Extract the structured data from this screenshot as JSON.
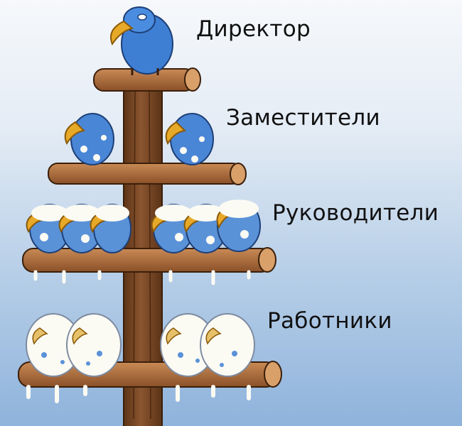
{
  "labels": {
    "director": "Директор",
    "deputies": "Заместители",
    "managers": "Руководители",
    "workers": "Работники"
  },
  "colors": {
    "pole": "#7a4a24",
    "wood": "#a8673a",
    "bird_blue": "#3f7fd3",
    "beak": "#e7a928",
    "droppings": "#fbfbf4"
  },
  "illustration": {
    "tiers": [
      {
        "role": "director",
        "birds": 1
      },
      {
        "role": "deputies",
        "birds": 2
      },
      {
        "role": "managers",
        "birds": 6
      },
      {
        "role": "workers",
        "birds": 4
      }
    ]
  }
}
